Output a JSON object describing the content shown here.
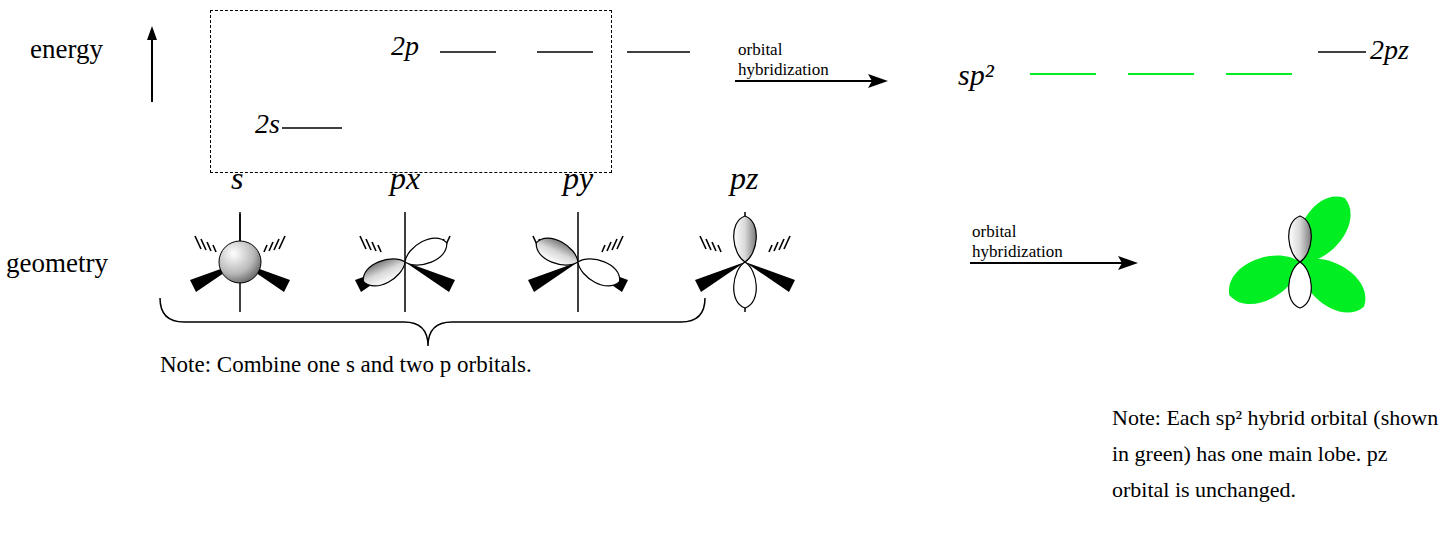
{
  "diagram": {
    "nodes": [
      {
        "text": [
          "2p",
          "2s"
        ]
      }
    ],
    "labels": [
      "energy",
      "orbital hybridization",
      "sp²",
      "2pz",
      "s",
      "px",
      "py",
      "pz",
      "geometry",
      "orbital hybridization",
      "Note: Combine one s and two p orbitals.",
      "Note: Each sp² hybrid orbital (shown in green) has one main lobe. pz orbital is unchanged."
    ]
  }
}
